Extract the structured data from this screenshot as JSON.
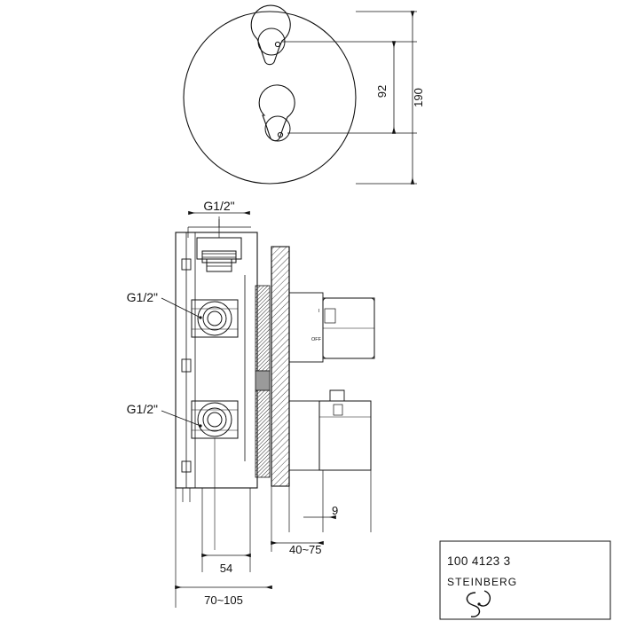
{
  "drawing": {
    "title": "Concealed thermostatic shower mixer technical drawing",
    "line_color": "#111111",
    "hatch_color": "#3a3a3a",
    "shade_color": "#4a4a4a"
  },
  "dimensions": {
    "plate_total": "190",
    "plate_center_offset": "92",
    "depth_min_max": "40~75",
    "plate_thickness": "9",
    "body_width": "54",
    "body_total": "70~105"
  },
  "labels": {
    "inlet_top": "G1/2\"",
    "inlet_left_upper": "G1/2\"",
    "inlet_left_lower": "G1/2\""
  },
  "handle_marks": {
    "on": "I",
    "off": "OFF"
  },
  "title_block": {
    "article_number": "100 4123 3",
    "brand": "STEINBERG"
  }
}
